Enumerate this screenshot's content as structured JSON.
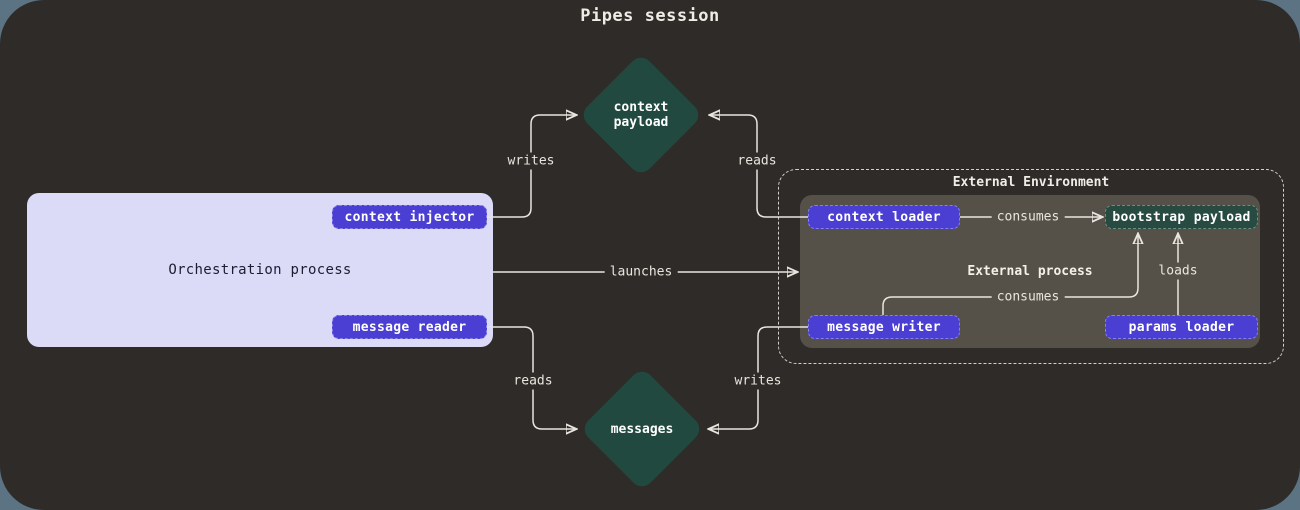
{
  "title": "Pipes session",
  "colors": {
    "canvas_bg": "#2e2b28",
    "page_bg": "#5b7383",
    "accent_purple": "#4b3ed3",
    "node_green": "#22493f",
    "process_gray": "#555149",
    "orchestration_bg": "#dbdbf8",
    "line": "#e9e6df"
  },
  "nodes": {
    "context_payload": {
      "label": "context payload"
    },
    "messages": {
      "label": "messages"
    },
    "orchestration_process": {
      "label": "Orchestration process",
      "context_injector": "context injector",
      "message_reader": "message reader"
    },
    "external_environment": {
      "label": "External Environment"
    },
    "external_process": {
      "label": "External process",
      "context_loader": "context loader",
      "message_writer": "message writer",
      "params_loader": "params loader"
    },
    "bootstrap_payload": {
      "label": "bootstrap payload"
    }
  },
  "edges": {
    "writes_top": "writes",
    "reads_top": "reads",
    "launches": "launches",
    "reads_bottom": "reads",
    "writes_bottom": "writes",
    "consumes_top": "consumes",
    "consumes_bottom": "consumes",
    "loads": "loads"
  }
}
